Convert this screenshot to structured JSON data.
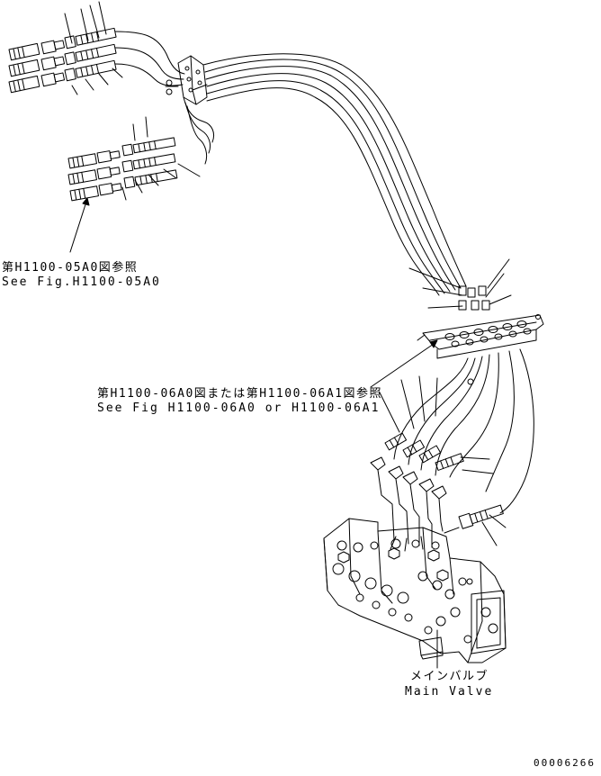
{
  "references": {
    "fig_05a0_jp": "第H1100-05A0図参照",
    "fig_05a0_en": "See Fig.H1100-05A0",
    "fig_06a0_jp": "第H1100-06A0図または第H1100-06A1図参照",
    "fig_06a0_en": "See Fig H1100-06A0 or H1100-06A1"
  },
  "component": {
    "name_jp": "メインバルブ",
    "name_en": "Main Valve"
  },
  "drawing_number": "00006266"
}
